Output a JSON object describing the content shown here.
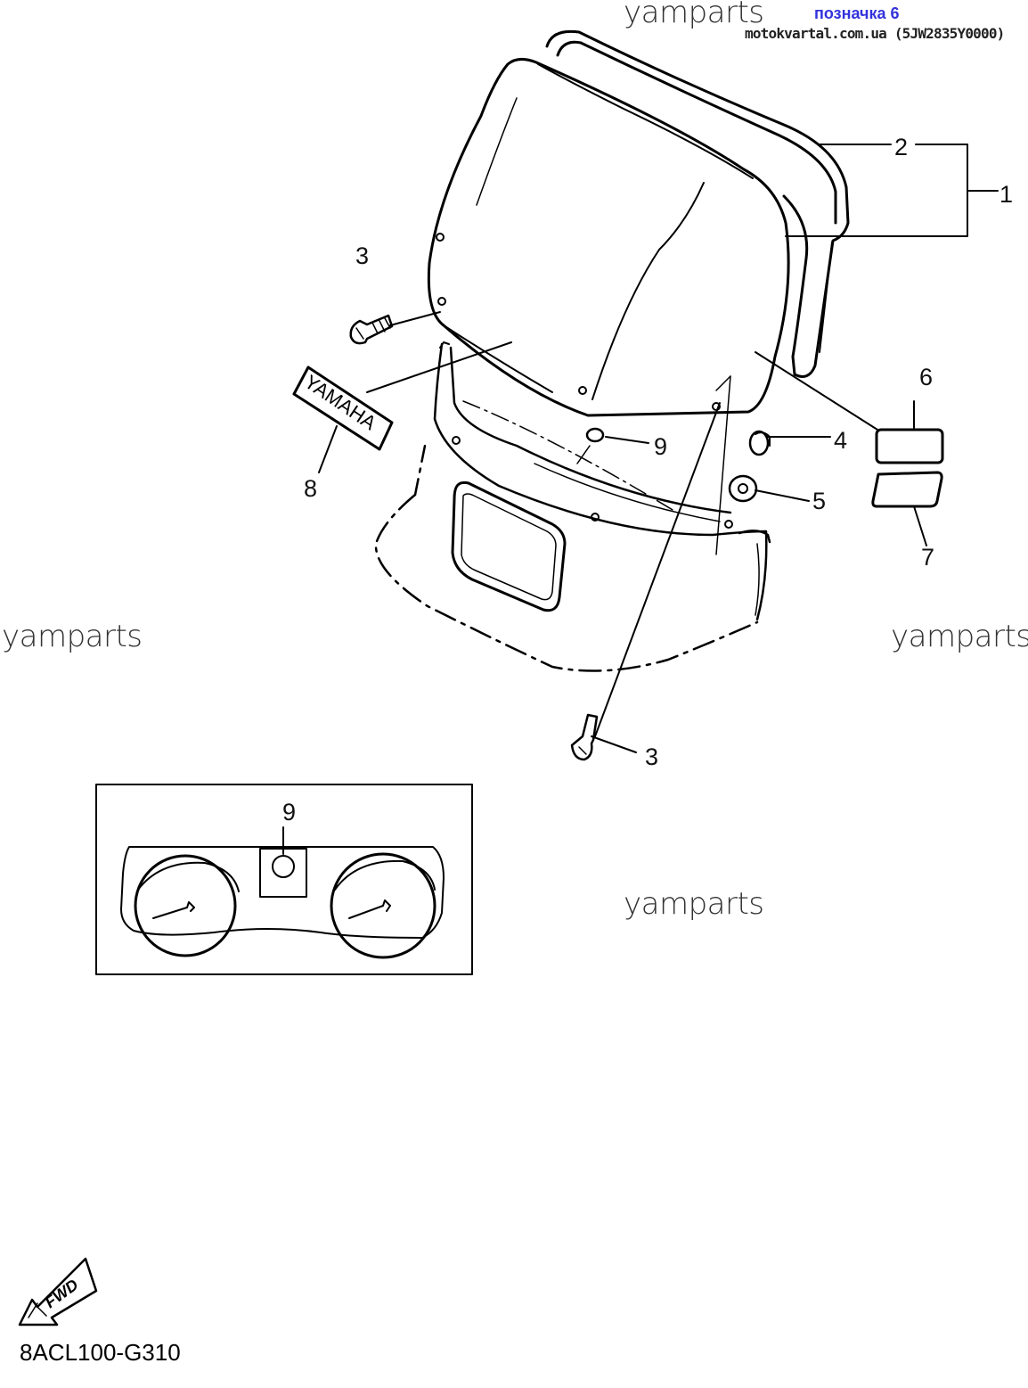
{
  "header": {
    "tag": "позначка 6",
    "tag_color": "#3333dd",
    "site": "motokvartal.com.ua (5JW2835Y0000)"
  },
  "watermarks": [
    "yamparts",
    "yamparts",
    "yamparts",
    "yamparts"
  ],
  "callouts": {
    "c1": "1",
    "c2": "2",
    "c3a": "3",
    "c3b": "3",
    "c4": "4",
    "c5": "5",
    "c6": "6",
    "c7": "7",
    "c8": "8",
    "c9a": "9",
    "c9b": "9"
  },
  "decal_text": "YAMAHA",
  "fwd_text": "FWD",
  "diagram_code": "8ACL100-G310"
}
